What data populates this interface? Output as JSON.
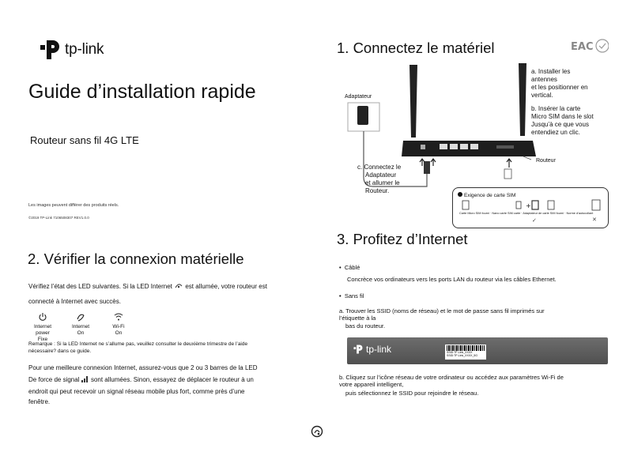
{
  "left": {
    "logo_text": "tp-link",
    "title": "Guide d’installation rapide",
    "subtitle": "Routeur sans fil 4G LTE",
    "disclaimer": "Les images peuvent différer des produits réels.",
    "copyright": "©2019 TP-Link 7106508307 REV1.0.0",
    "section2_title": "2. Vérifier la connexion matérielle",
    "p1_a": "Vérifiez l’état des LED suivantes. Si la LED Internet",
    "p1_b": "est allumée, votre routeur est",
    "p1_c": "connecté à Internet avec succès.",
    "status_items": [
      {
        "icon": "power-icon",
        "label1": "Internet power",
        "label2": "Fixe"
      },
      {
        "icon": "internet-icon",
        "label1": "Internet",
        "label2": "On"
      },
      {
        "icon": "wifi-icon",
        "label1": "Wi-Fi",
        "label2": "On"
      }
    ],
    "remark_1": "Remarque : Si la LED Internet ne s’allume pas, veuillez consulter le deuxième trimestre de l’aide",
    "remark_2": "nécessaire? dans ce guide.",
    "p2_1": "Pour une meilleure connexion Internet, assurez-vous que 2 ou 3 barres de la LED",
    "p2_2a": "De force de signal",
    "p2_2b": "sont allumées. Sinon, essayez de déplacer le routeur à un",
    "p2_3": "endroit qui peut recevoir un signal réseau mobile plus fort, comme près d’une",
    "p2_4": "fenêtre."
  },
  "right": {
    "section1_title": "1. Connectez le matériel",
    "adapter_label": "Adaptateur",
    "router_label": "Routeur",
    "step_a": [
      "a. Installer les",
      "antennes",
      "et les positionner en",
      "vertical."
    ],
    "step_b": [
      "b. Insérer la carte",
      "Micro SIM dans le slot",
      "Jusqu’à ce que vous",
      "entendiez un clic."
    ],
    "step_c": [
      "c. Connectez le",
      "Adaptateur",
      "et allumer le",
      "Routeur."
    ],
    "sim": {
      "title": "Exigence de carte SIM",
      "captions": [
        "Carte Micro SIM fourni",
        "Nano carte SIM carte",
        "Adaptateur de carte SIM fourni",
        "Norme d’autocollant"
      ]
    },
    "section3_title": "3. Profitez d’Internet",
    "wired_title": "Câblé",
    "wired_text": "Concrèce vos ordinateurs vers les ports LAN du routeur via les câbles Ethernet.",
    "wireless_title": "Sans fil",
    "wa_1": "a. Trouver les SSID (noms de réseau) et le mot de passe sans fil imprimés sur",
    "wa_2": "l’étiquette à la",
    "wa_3": "bas du routeur.",
    "sticker": {
      "logo": "tp-link",
      "ssid_1": "SSID:TP-Link_XXXX",
      "ssid_2": "SSID:TP-Link_XXXX_5G"
    },
    "wb_1": "b. Cliquez sur l’icône réseau de votre ordinateur ou accédez aux paramètres Wi-Fi de",
    "wb_2": "votre appareil intelligent,",
    "wb_3": "puis sélectionnez le SSID pour rejoindre le réseau."
  },
  "colors": {
    "text": "#111111",
    "sticker": "#5c5c5c"
  }
}
